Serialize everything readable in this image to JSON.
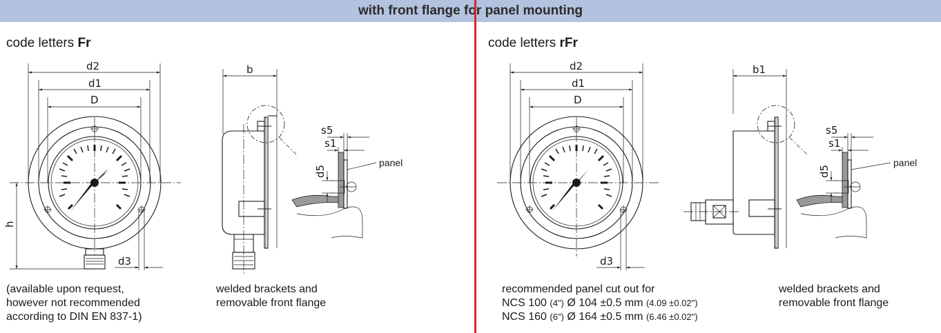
{
  "banner": {
    "title": "with front flange for panel mounting"
  },
  "left": {
    "heading_prefix": "code letters ",
    "heading_code": "Fr",
    "dims": {
      "d2": "d2",
      "d1": "d1",
      "D": "D",
      "h": "h",
      "d3": "d3",
      "b": "b",
      "s5": "s5",
      "s1": "s1",
      "d5": "d5",
      "panel": "panel"
    },
    "caption_front": [
      "(available upon request,",
      "however not recommended",
      "according to DIN EN 837-1)"
    ],
    "caption_side": [
      "welded brackets and",
      "removable front flange"
    ]
  },
  "right": {
    "heading_prefix": "code letters ",
    "heading_code": "rFr",
    "dims": {
      "d2": "d2",
      "d1": "d1",
      "D": "D",
      "d3": "d3",
      "b1": "b1",
      "s5": "s5",
      "s1": "s1",
      "d5": "d5",
      "panel": "panel"
    },
    "caption_front": {
      "line1": "recommended panel cut out for",
      "line2_a": "NCS 100 ",
      "line2_b": "(4\")",
      "line2_c": " Ø 104 ±0.5 mm ",
      "line2_d": "(4.09 ±0.02\")",
      "line3_a": "NCS 160 ",
      "line3_b": "(6\")",
      "line3_c": " Ø 164 ±0.5 mm ",
      "line3_d": "(6.46 ±0.02\")"
    },
    "caption_side": [
      "welded brackets and",
      "removable front flange"
    ]
  },
  "colors": {
    "banner_bg": "#b3c2de",
    "divider": "#d6262b",
    "line": "#1a1a1a"
  }
}
